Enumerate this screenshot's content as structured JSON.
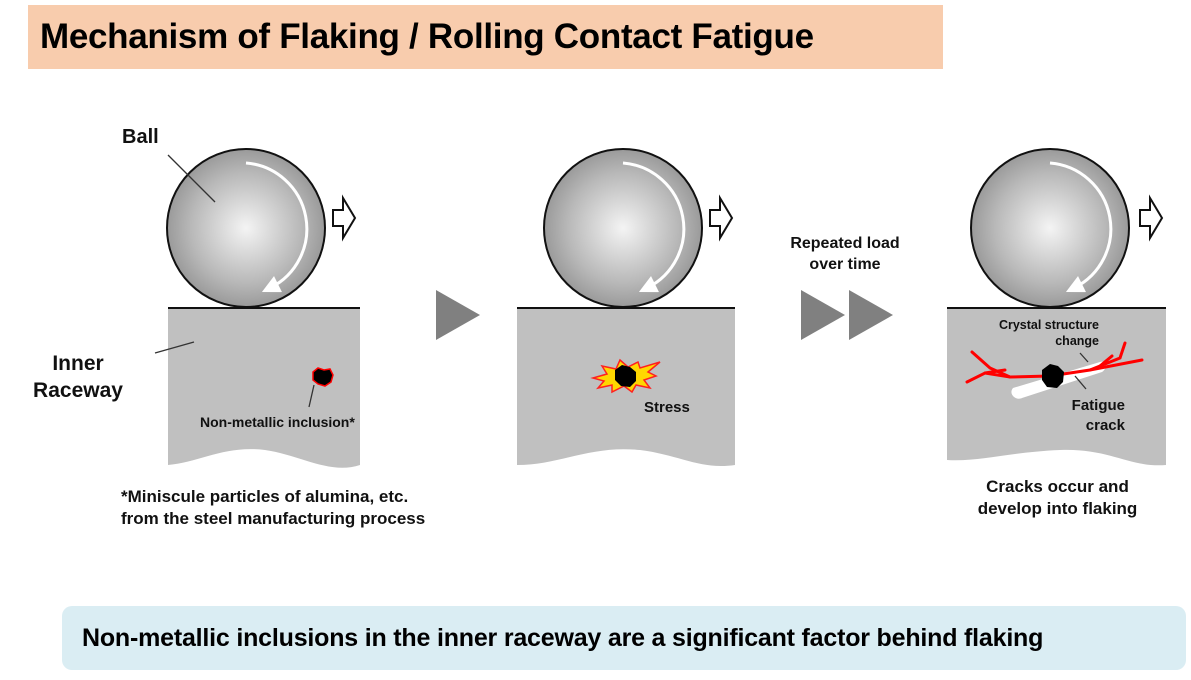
{
  "title": "Mechanism of Flaking / Rolling Contact Fatigue",
  "colors": {
    "title_bg": "#f8ccad",
    "footer_bg": "#daedf3",
    "raceway": "#c0c0c0",
    "crack": "#ff0000",
    "stress_fill": "#ffd700",
    "stress_outline": "#ff2020",
    "progress_arrow": "#808080"
  },
  "stages": [
    {
      "labels": {
        "ball": "Ball",
        "raceway_line1": "Inner",
        "raceway_line2": "Raceway",
        "inclusion": "Non-metallic inclusion*"
      },
      "footnote_line1": "*Miniscule particles of alumina, etc.",
      "footnote_line2": "from the steel manufacturing process"
    },
    {
      "labels": {
        "stress": "Stress"
      }
    },
    {
      "transition_line1": "Repeated load",
      "transition_line2": "over time"
    },
    {
      "labels": {
        "crystal_line1": "Crystal structure",
        "crystal_line2": "change",
        "fatigue_line1": "Fatigue",
        "fatigue_line2": "crack"
      },
      "caption_line1": "Cracks occur and",
      "caption_line2": "develop into flaking"
    }
  ],
  "footer": "Non-metallic inclusions in the inner raceway are a significant factor behind flaking"
}
